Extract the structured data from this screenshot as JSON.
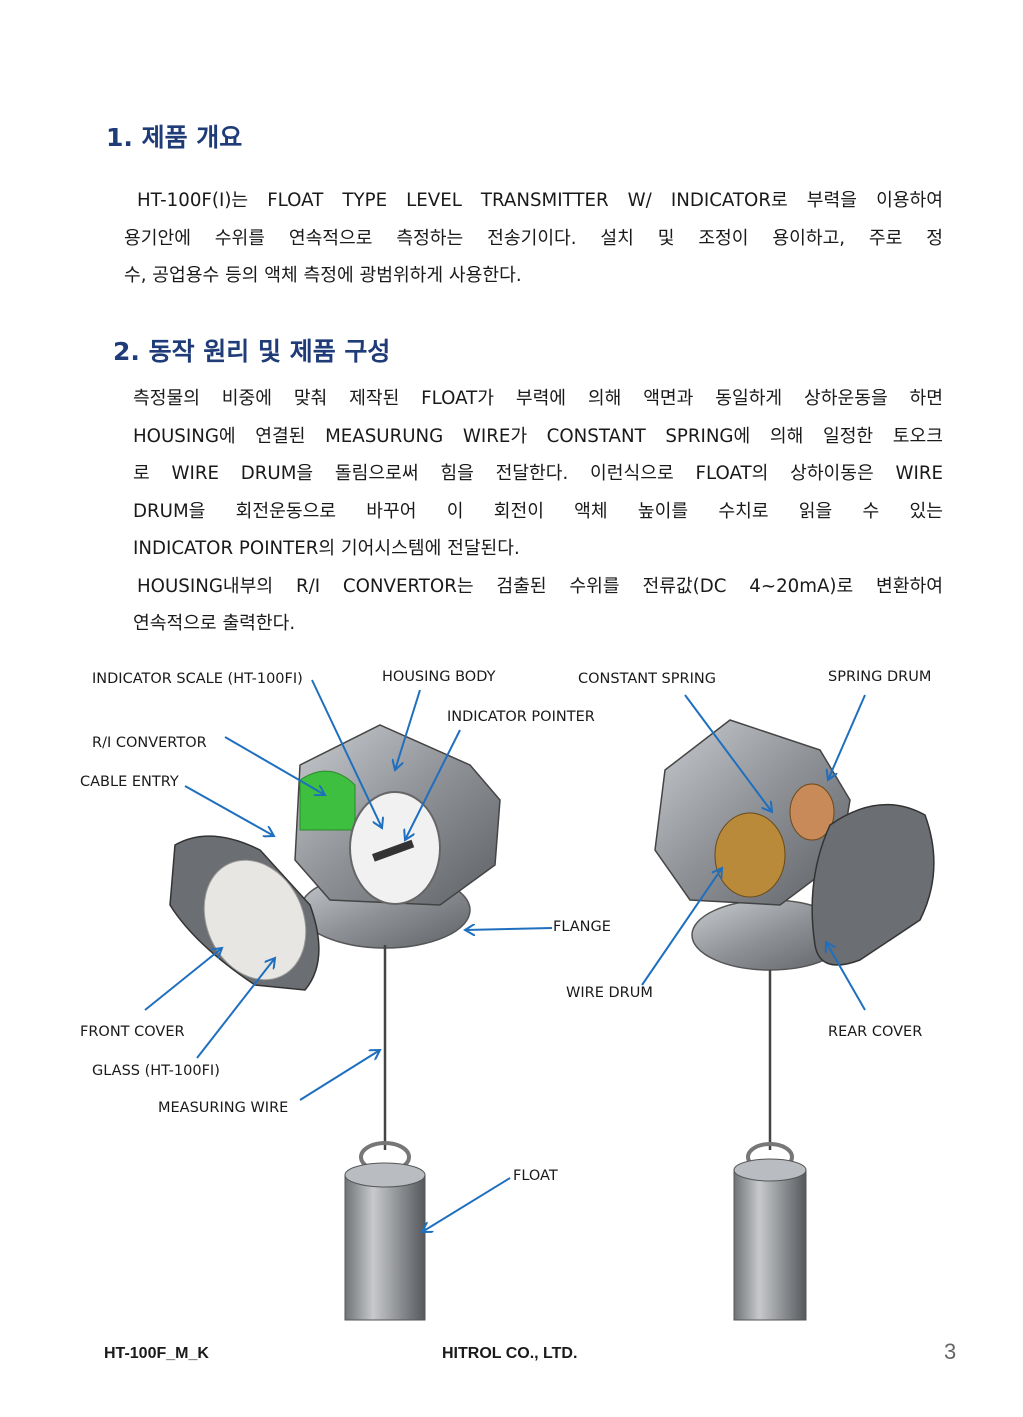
{
  "section1": {
    "title": "1. 제품 개요",
    "lines": [
      "HT-100F(I)는 FLOAT TYPE LEVEL TRANSMITTER W/ INDICATOR로 부력을 이용하여",
      "용기안에 수위를 연속적으로 측정하는 전송기이다. 설치 및 조정이 용이하고, 주로 정",
      "수, 공업용수 등의 액체 측정에 광범위하게 사용한다."
    ]
  },
  "section2": {
    "title": "2. 동작 원리 및 제품 구성",
    "lines": [
      "측정물의 비중에 맞춰 제작된 FLOAT가 부력에 의해 액면과 동일하게 상하운동을 하면",
      "HOUSING에 연결된 MEASURUNG WIRE가 CONSTANT SPRING에 의해 일정한 토오크",
      "로 WIRE DRUM을 돌림으로써 힘을 전달한다. 이런식으로 FLOAT의 상하이동은 WIRE",
      "DRUM을 회전운동으로 바꾸어 이 회전이 액체 높이를 수치로 읽을 수 있는",
      "INDICATOR POINTER의 기어시스템에 전달된다.",
      "HOUSING내부의 R/I CONVERTOR는 검출된 수위를 전류값(DC 4~20mA)로 변환하여",
      "연속적으로 출력한다."
    ]
  },
  "labels": {
    "indicator_scale": "INDICATOR SCALE (HT-100FI)",
    "housing_body": "HOUSING BODY",
    "constant_spring": "CONSTANT SPRING",
    "spring_drum": "SPRING DRUM",
    "indicator_pointer": "INDICATOR POINTER",
    "ri_convertor": "R/I CONVERTOR",
    "cable_entry": "CABLE ENTRY",
    "flange": "FLANGE",
    "wire_drum": "WIRE DRUM",
    "front_cover": "FRONT COVER",
    "rear_cover": "REAR COVER",
    "glass": "GLASS (HT-100FI)",
    "measuring_wire": "MEASURING WIRE",
    "float": "FLOAT"
  },
  "footer": {
    "doc_code": "HT-100F_M_K",
    "company": "HITROL CO., LTD.",
    "page": "3"
  },
  "colors": {
    "heading": "#1f3c78",
    "arrow": "#1f6fbf",
    "metal": "#9a9da2",
    "convertor_green": "#3fbf3f"
  }
}
